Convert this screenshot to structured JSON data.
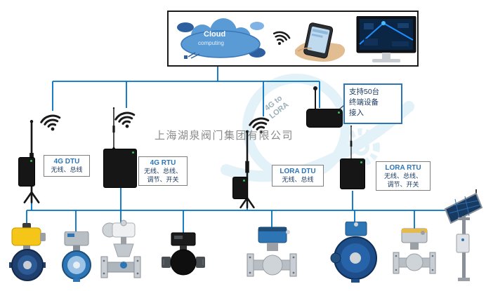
{
  "company_watermark": "上海湖泉阀门集团有限公司",
  "top_panel": {
    "cloud_title": "Cloud",
    "cloud_subtitle": "computing"
  },
  "note_box": {
    "line1": "支持50台",
    "line2": "终端设备",
    "line3": "接入"
  },
  "gateway_label": {
    "line1": "4G to",
    "line2": "LORA"
  },
  "devices": [
    {
      "title": "4G DTU",
      "desc_lines": [
        "无线、总线"
      ]
    },
    {
      "title": "4G RTU",
      "desc_lines": [
        "无线、总线、",
        "调节、开关"
      ]
    },
    {
      "title": "LORA DTU",
      "desc_lines": [
        "无线、总线"
      ]
    },
    {
      "title": "LORA RTU",
      "desc_lines": [
        "无线、总线、",
        "调节、开关"
      ]
    }
  ],
  "colors": {
    "connector_line": "#0070c0",
    "label_title": "#2e75b6",
    "note_border": "#2e75b6",
    "watermark_text": "#8a8a8a"
  },
  "icons": {
    "wifi": "wifi-signal-icon",
    "antenna": "whip-antenna-icon",
    "cloud": "cloud-computing-graphic",
    "phone": "hand-holding-phone-photo",
    "monitor": "desktop-monitor-photo"
  },
  "equipment": [
    "butterfly-valve-yellow-actuator",
    "butterfly-valve-compact-actuator",
    "gate-valve-electric-actuator",
    "black-ball-valve",
    "flanged-ball-valve-blue-actuator",
    "butterfly-valve-large-blue-actuator",
    "flanged-ball-valve-silver-actuator",
    "solar-monitoring-pole"
  ]
}
